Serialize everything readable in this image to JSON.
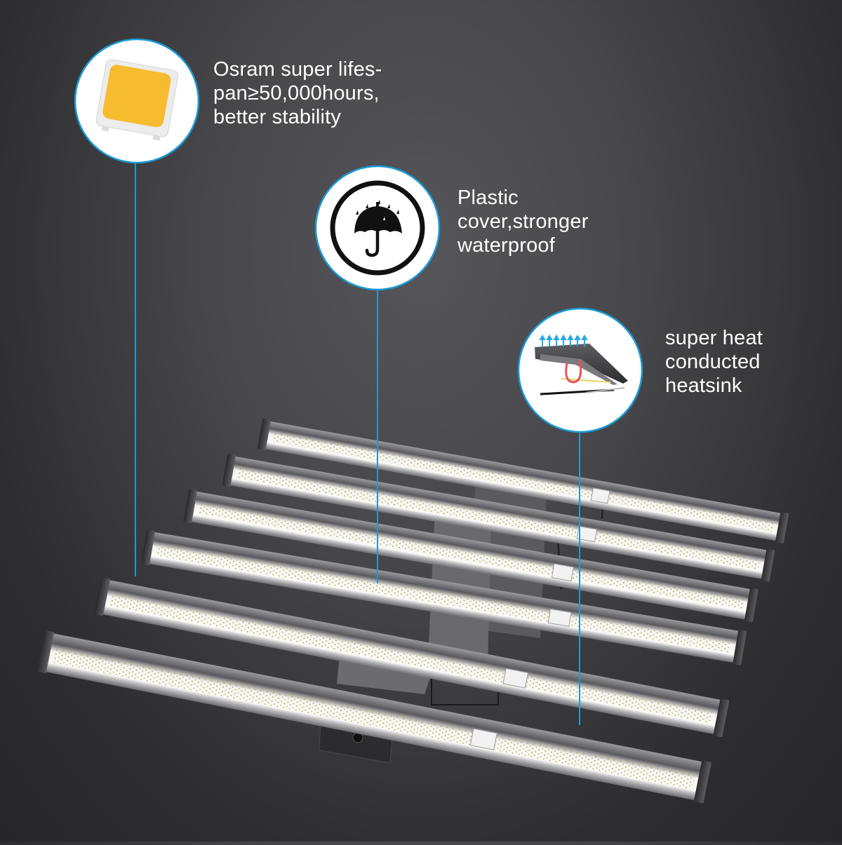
{
  "colors": {
    "background": "#48484c",
    "callout_line": "#1a9ad6",
    "callout_ring": "#1a9ad6",
    "led_chip": "#f7bb2f",
    "text": "#ffffff"
  },
  "features": [
    {
      "id": "led",
      "icon": "led-chip-icon",
      "text": "Osram super lifes-\npan≥50,000hours,\nbetter stability"
    },
    {
      "id": "cover",
      "icon": "umbrella-rain-icon",
      "text": "Plastic\ncover,stronger\nwaterproof"
    },
    {
      "id": "heatsink",
      "icon": "heatsink-airflow-icon",
      "text": "super heat\nconducted\nheatsink"
    }
  ],
  "product": {
    "bar_count": 6,
    "driver_ports": 2
  }
}
